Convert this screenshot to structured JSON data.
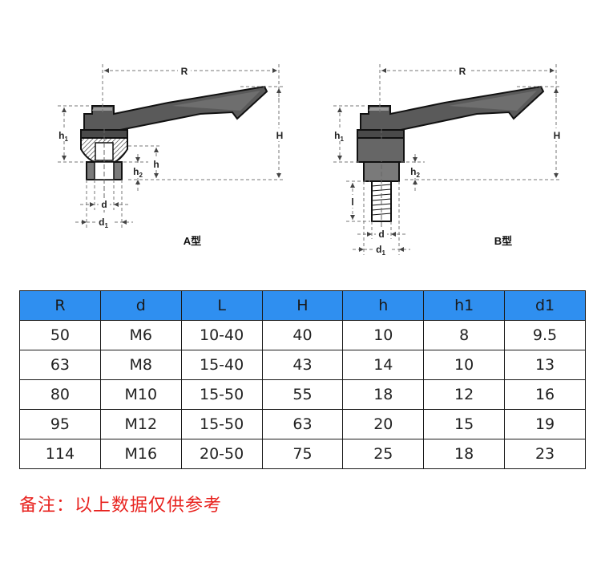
{
  "drawings": {
    "type_a_label": "A型",
    "type_b_label": "B型",
    "dim_labels": {
      "R": "R",
      "H": "H",
      "h": "h",
      "h1": "h",
      "h1_sub": "1",
      "h2": "h",
      "h2_sub": "2",
      "d": "d",
      "d1": "d",
      "d1_sub": "1",
      "l": "l"
    }
  },
  "table": {
    "headers": [
      "R",
      "d",
      "L",
      "H",
      "h",
      "h1",
      "d1"
    ],
    "header_color": "#2f8ff0",
    "rows": [
      [
        "50",
        "M6",
        "10-40",
        "40",
        "10",
        "8",
        "9.5"
      ],
      [
        "63",
        "M8",
        "15-40",
        "43",
        "14",
        "10",
        "13"
      ],
      [
        "80",
        "M10",
        "15-50",
        "55",
        "18",
        "12",
        "16"
      ],
      [
        "95",
        "M12",
        "15-50",
        "63",
        "20",
        "15",
        "19"
      ],
      [
        "114",
        "M16",
        "20-50",
        "75",
        "25",
        "18",
        "23"
      ]
    ]
  },
  "note": {
    "text": "备注：以上数据仅供参考",
    "color": "#e8231f"
  }
}
